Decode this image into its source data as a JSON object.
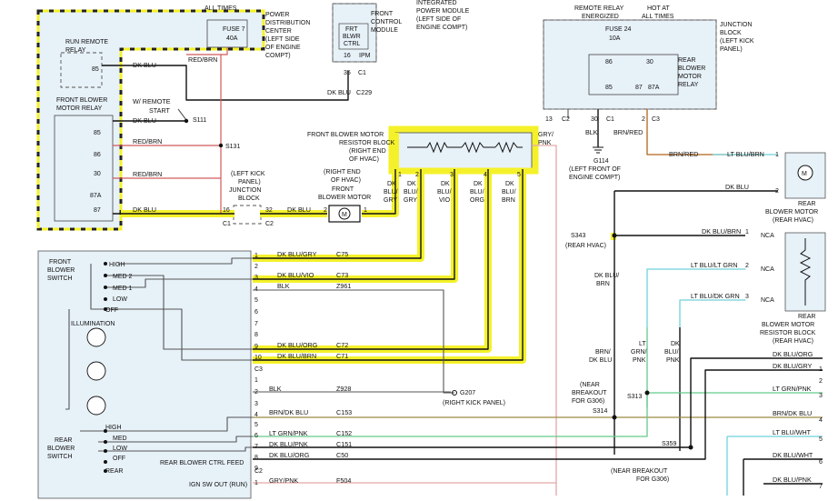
{
  "pdc": {
    "header": "ALL TIMES",
    "fuse": "FUSE 7",
    "fuse_amps": "40A",
    "desc": [
      "POWER",
      "DISTRIBUTION",
      "CENTER",
      "(LEFT SIDE",
      "OF ENGINE",
      "COMPT)"
    ]
  },
  "run_remote_relay": [
    "RUN REMOTE",
    "RELAY"
  ],
  "front_blower_motor_relay": [
    "FRONT BLOWER",
    "MOTOR RELAY"
  ],
  "fcm": {
    "box": [
      "FRT",
      "BLWR",
      "CTRL"
    ],
    "title": [
      "FRONT",
      "CONTROL",
      "MODULE"
    ],
    "ipm": [
      "INTEGRATED",
      "POWER MODULE",
      "(LEFT SIDE OF",
      "ENGINE COMPT)"
    ],
    "pin": "16",
    "pin_conn": "IPM",
    "pin2": "35",
    "conn": "C1",
    "wire": "DK BLU",
    "circuit": "C229"
  },
  "junction_block_right": {
    "col1": [
      "REMOTE RELAY",
      "ENERGIZED"
    ],
    "col2": [
      "HOT AT",
      "ALL TIMES"
    ],
    "fuse": "FUSE 24",
    "amps": "10A",
    "title": [
      "JUNCTION",
      "BLOCK",
      "(LEFT KICK",
      "PANEL)"
    ],
    "relay": [
      "REAR",
      "BLOWER",
      "MOTOR",
      "RELAY"
    ],
    "pins": [
      "86",
      "30",
      "85",
      "87",
      "87A"
    ],
    "conns": [
      {
        "pin": "13",
        "conn": "C2"
      },
      {
        "pin": "30",
        "conn": "C1"
      },
      {
        "pin": "2",
        "conn": "C3"
      }
    ]
  },
  "labels": {
    "dk_blu": "DK BLU",
    "red_brn": "RED/BRN",
    "w_remote_start": [
      "W/ REMOTE",
      "START"
    ],
    "s111": "S111",
    "s131": "S131",
    "relay_pins": [
      "85",
      "86",
      "30",
      "87A",
      "87"
    ],
    "pdc_pin": "85",
    "front_resistor": [
      "FRONT BLOWER MOTOR",
      "RESISTOR BLOCK",
      "(RIGHT END",
      "OF HVAC)"
    ],
    "gry_pnk": [
      "GRY/",
      "PNK"
    ],
    "jb_left": [
      "(LEFT KICK",
      "PANEL)",
      "JUNCTION",
      "BLOCK"
    ],
    "jb_left_pins": [
      "16",
      "32"
    ],
    "jb_left_conns": [
      "C1",
      "C2"
    ],
    "front_motor": [
      "(RIGHT END",
      "OF HVAC)",
      "FRONT",
      "BLOWER MOTOR"
    ],
    "front_motor_pins": [
      "2",
      "1"
    ],
    "resistor_pins": [
      "1",
      "2",
      "3",
      "4",
      "5"
    ],
    "resistor_wires": [
      [
        "DK",
        "BLU/",
        "GRY"
      ],
      [
        "DK",
        "BLU/",
        "GRY"
      ],
      [
        "DK",
        "BLU/",
        "VIO"
      ],
      [
        "DK",
        "BLU/",
        "ORG"
      ],
      [
        "DK",
        "BLU/",
        "BRN"
      ]
    ],
    "blk": "BLK",
    "brn_red": "BRN/RED",
    "g114": [
      "G114",
      "(LEFT FRONT OF",
      "ENGINE COMPT)"
    ],
    "s343": [
      "S343",
      "(REAR HVAC)"
    ],
    "dk_blu_brn_col": [
      "DK BLU/",
      "BRN"
    ],
    "near_breakout": [
      "(NEAR",
      "BREAKOUT",
      "FOR G306)"
    ],
    "s314": "S314",
    "s313": "S313",
    "s359": "S359",
    "near_breakout2": [
      "(NEAR BREAKOUT",
      "FOR G306)"
    ],
    "vert_wires": [
      [
        "BRN/",
        "DK BLU"
      ],
      [
        "LT",
        "GRN/",
        "PNK"
      ],
      [
        "DK",
        "BLU/",
        "PNK"
      ]
    ],
    "g207": [
      "G207",
      "(RIGHT KICK PANEL)"
    ],
    "rear_motor": [
      "REAR",
      "BLOWER MOTOR",
      "(REAR HVAC)"
    ],
    "rear_motor_pins": [
      "1",
      "2"
    ],
    "rear_resistor": [
      "REAR",
      "BLOWER MOTOR",
      "RESISTOR BLOCK",
      "(REAR HVAC)"
    ],
    "nca": "NCA",
    "lt_blu_brn": "LT BLU/BRN",
    "dk_blu_brn": "DK BLU/BRN",
    "lt_blu_lt_grn": "LT BLU/LT GRN",
    "lt_blu_dk_grn": "LT BLU/DK GRN",
    "rear_resistor_pins": [
      "1",
      "2",
      "3"
    ]
  },
  "switch_panel": {
    "front_switch": [
      "FRONT",
      "BLOWER",
      "SWITCH"
    ],
    "front_positions": [
      "HIGH",
      "MED 2",
      "MED 1",
      "LOW",
      "OFF"
    ],
    "illumination": "ILLUMINATION",
    "rear_switch": [
      "REAR",
      "BLOWER",
      "SWITCH"
    ],
    "rear_positions": [
      "HIGH",
      "MED",
      "LOW",
      "OFF",
      "REAR"
    ],
    "rear_ctrl_feed": "REAR BLOWER CTRL FEED",
    "ign_sw_out": "IGN SW OUT (RUN)",
    "conns": [
      "C3",
      "C2"
    ],
    "rows_top": [
      {
        "pin": "1",
        "wire": "DK BLU/GRY",
        "circuit": "C75"
      },
      {
        "pin": "2",
        "wire": "",
        "circuit": ""
      },
      {
        "pin": "3",
        "wire": "DK BLU/VIO",
        "circuit": "C73"
      },
      {
        "pin": "4",
        "wire": "BLK",
        "circuit": "Z961"
      },
      {
        "pin": "5",
        "wire": "",
        "circuit": ""
      },
      {
        "pin": "6",
        "wire": "",
        "circuit": ""
      },
      {
        "pin": "7",
        "wire": "",
        "circuit": ""
      },
      {
        "pin": "8",
        "wire": "",
        "circuit": ""
      },
      {
        "pin": "9",
        "wire": "DK BLU/ORG",
        "circuit": "C72"
      },
      {
        "pin": "10",
        "wire": "DK BLU/BRN",
        "circuit": "C71"
      }
    ],
    "rows_bottom": [
      {
        "pin": "1",
        "wire": "",
        "circuit": ""
      },
      {
        "pin": "2",
        "wire": "BLK",
        "circuit": "Z928"
      },
      {
        "pin": "3",
        "wire": "",
        "circuit": ""
      },
      {
        "pin": "4",
        "wire": "BRN/DK BLU",
        "circuit": "C153"
      },
      {
        "pin": "5",
        "wire": "",
        "circuit": ""
      },
      {
        "pin": "6",
        "wire": "LT GRN/PNK",
        "circuit": "C152"
      },
      {
        "pin": "7",
        "wire": "DK BLU/PNK",
        "circuit": "C151"
      },
      {
        "pin": "8",
        "wire": "DK BLU/ORG",
        "circuit": "C50"
      },
      {
        "pin": "9",
        "wire": "",
        "circuit": ""
      }
    ],
    "row_c2": {
      "pin": "1",
      "wire": "GRY/PNK",
      "circuit": "F504"
    }
  },
  "right_rows": [
    {
      "wire": "DK BLU/ORG",
      "pin": "1"
    },
    {
      "wire": "DK BLU/GRY",
      "pin": "2"
    },
    {
      "wire": "LT GRN/PNK",
      "pin": "3"
    },
    {
      "wire": "BRN/DK BLU",
      "pin": "4"
    },
    {
      "wire": "LT BLU/WHT",
      "pin": "5"
    },
    {
      "wire": "DK BLU/WHT",
      "pin": "6"
    },
    {
      "wire": "DK BLU/PNK",
      "pin": "7"
    }
  ]
}
